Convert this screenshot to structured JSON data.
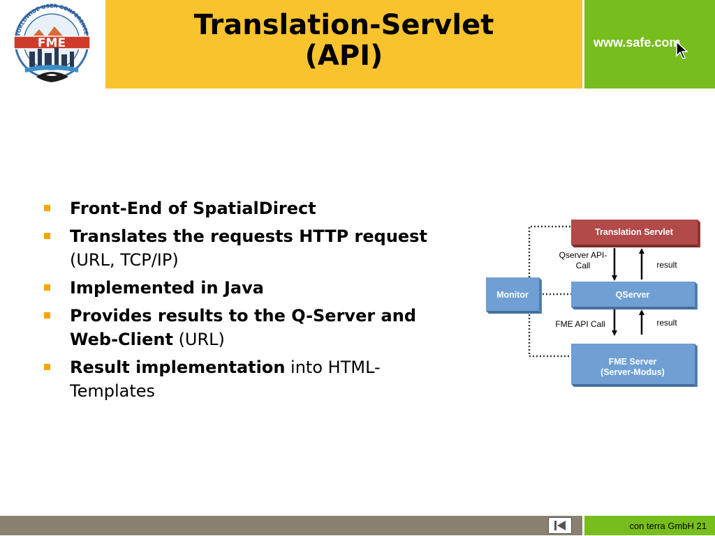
{
  "header": {
    "title_line1": "Translation-Servlet",
    "title_line2": "(API)",
    "url": "www.safe.com",
    "logo": {
      "arc_text": "WORLDWIDE USER CONFERENCE",
      "brand": "FME",
      "icon": "fme-conference-logo"
    }
  },
  "bullets": [
    {
      "bold": "Front-End of SpatialDirect",
      "rest": ""
    },
    {
      "bold": "Translates the requests HTTP request",
      "rest": " (URL, TCP/IP)"
    },
    {
      "bold": "Implemented in Java",
      "rest": ""
    },
    {
      "bold": "Provides results to the Q-Server and Web-Client",
      "rest": " (URL)"
    },
    {
      "bold": "Result implementation",
      "rest": " into HTML-Templates"
    }
  ],
  "diagram": {
    "boxes": {
      "translation_servlet": "Translation Servlet",
      "qserver": "QServer",
      "fme_server_line1": "FME Server",
      "fme_server_line2": "(Server-Modus)",
      "monitor": "Monitor"
    },
    "arrows": {
      "qserver_api_line1": "Qserver API-",
      "qserver_api_line2": "Call",
      "result_upper": "result",
      "fme_api_call": "FME API Call",
      "result_lower": "result"
    }
  },
  "footer": {
    "text": "con terra GmbH 21"
  },
  "colors": {
    "title_bg": "#f8c32d",
    "green": "#78bd1e",
    "footer_bg": "#8a8170",
    "bullet_marker": "#f5a500",
    "servlet_box": "#b24a4a",
    "blue_box": "#6f9fd3"
  }
}
